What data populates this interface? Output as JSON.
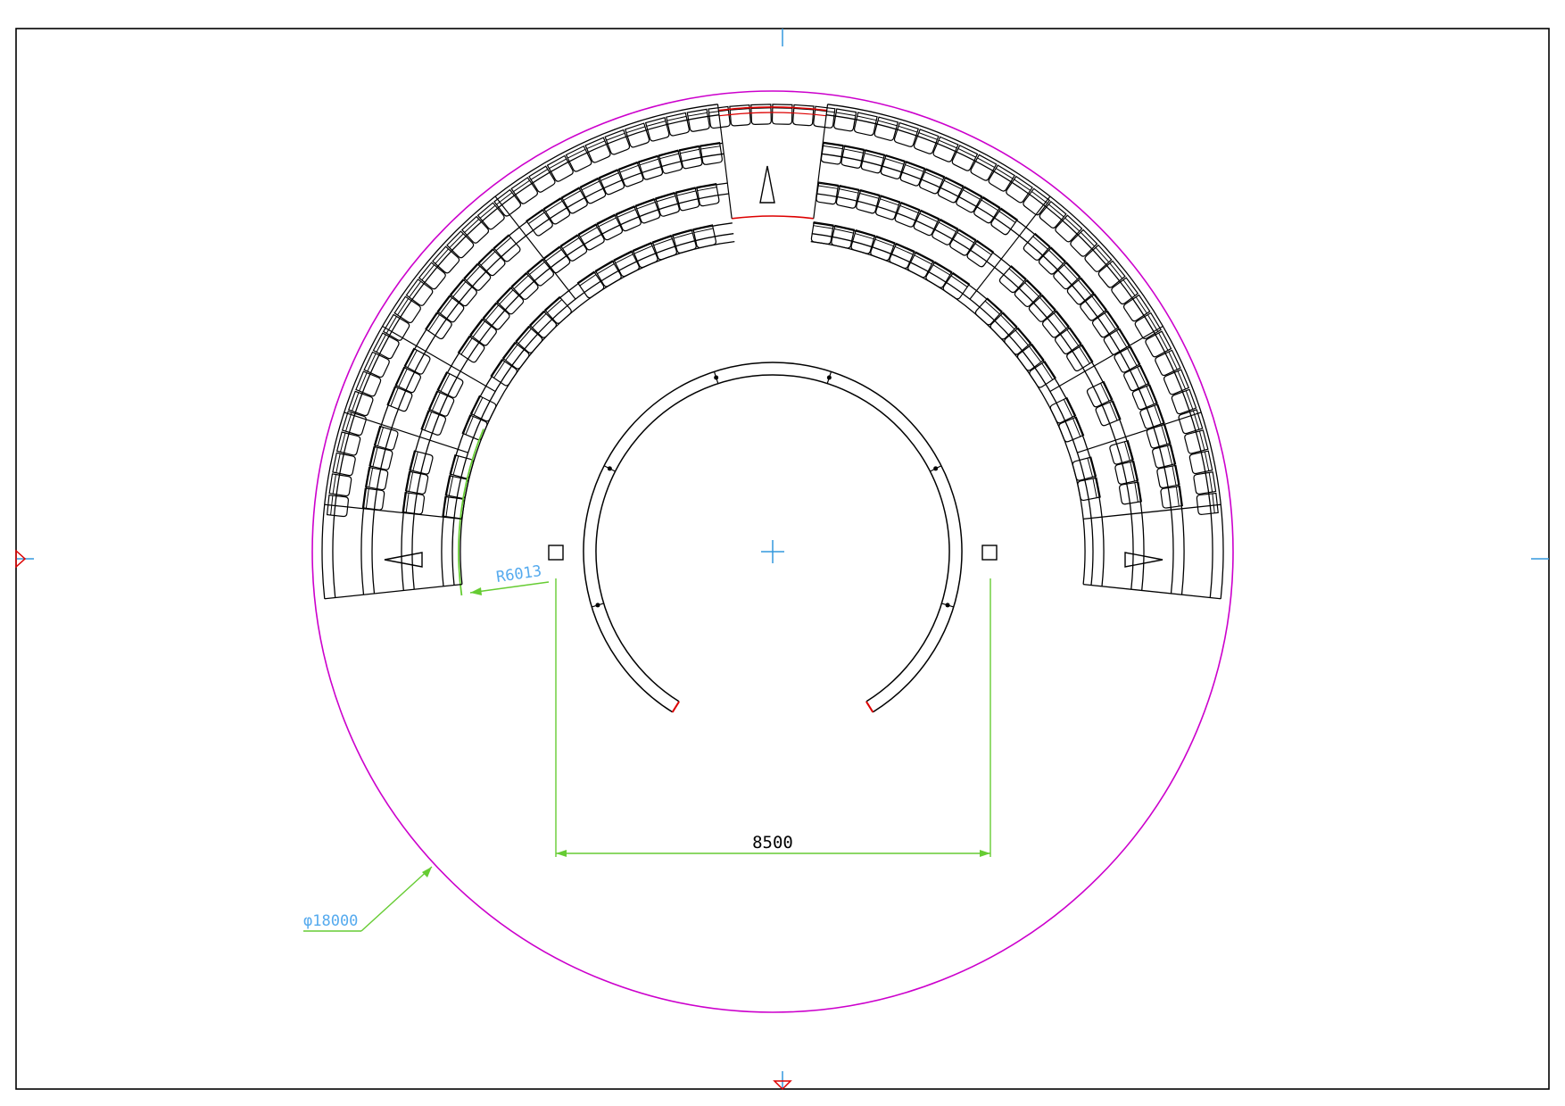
{
  "drawing": {
    "colors": {
      "outline": "#000000",
      "boundary_circle": "#cc00cc",
      "dimension": "#66cc33",
      "dim_text_blue": "#55aaee",
      "dim_text_black": "#000000",
      "highlight": "#dd0000",
      "center_mark": "#3399dd"
    },
    "dimensions": {
      "outer_diameter_label": "φ18000",
      "inner_radius_label": "R6013",
      "stage_width_label": "8500"
    },
    "seating": {
      "rows": 4,
      "aisles": "radial",
      "end_markers": "triangle"
    },
    "stage": {
      "shape": "open ring",
      "openings": "bottom"
    }
  }
}
